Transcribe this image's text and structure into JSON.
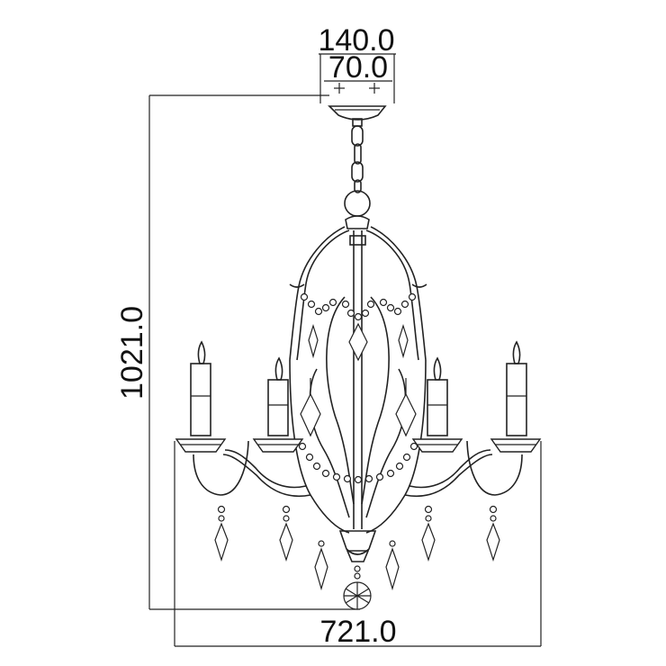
{
  "dimensions": {
    "canopy_width": "140.0",
    "mount_spacing": "70.0",
    "overall_height": "1021.0",
    "overall_width": "721.0"
  }
}
